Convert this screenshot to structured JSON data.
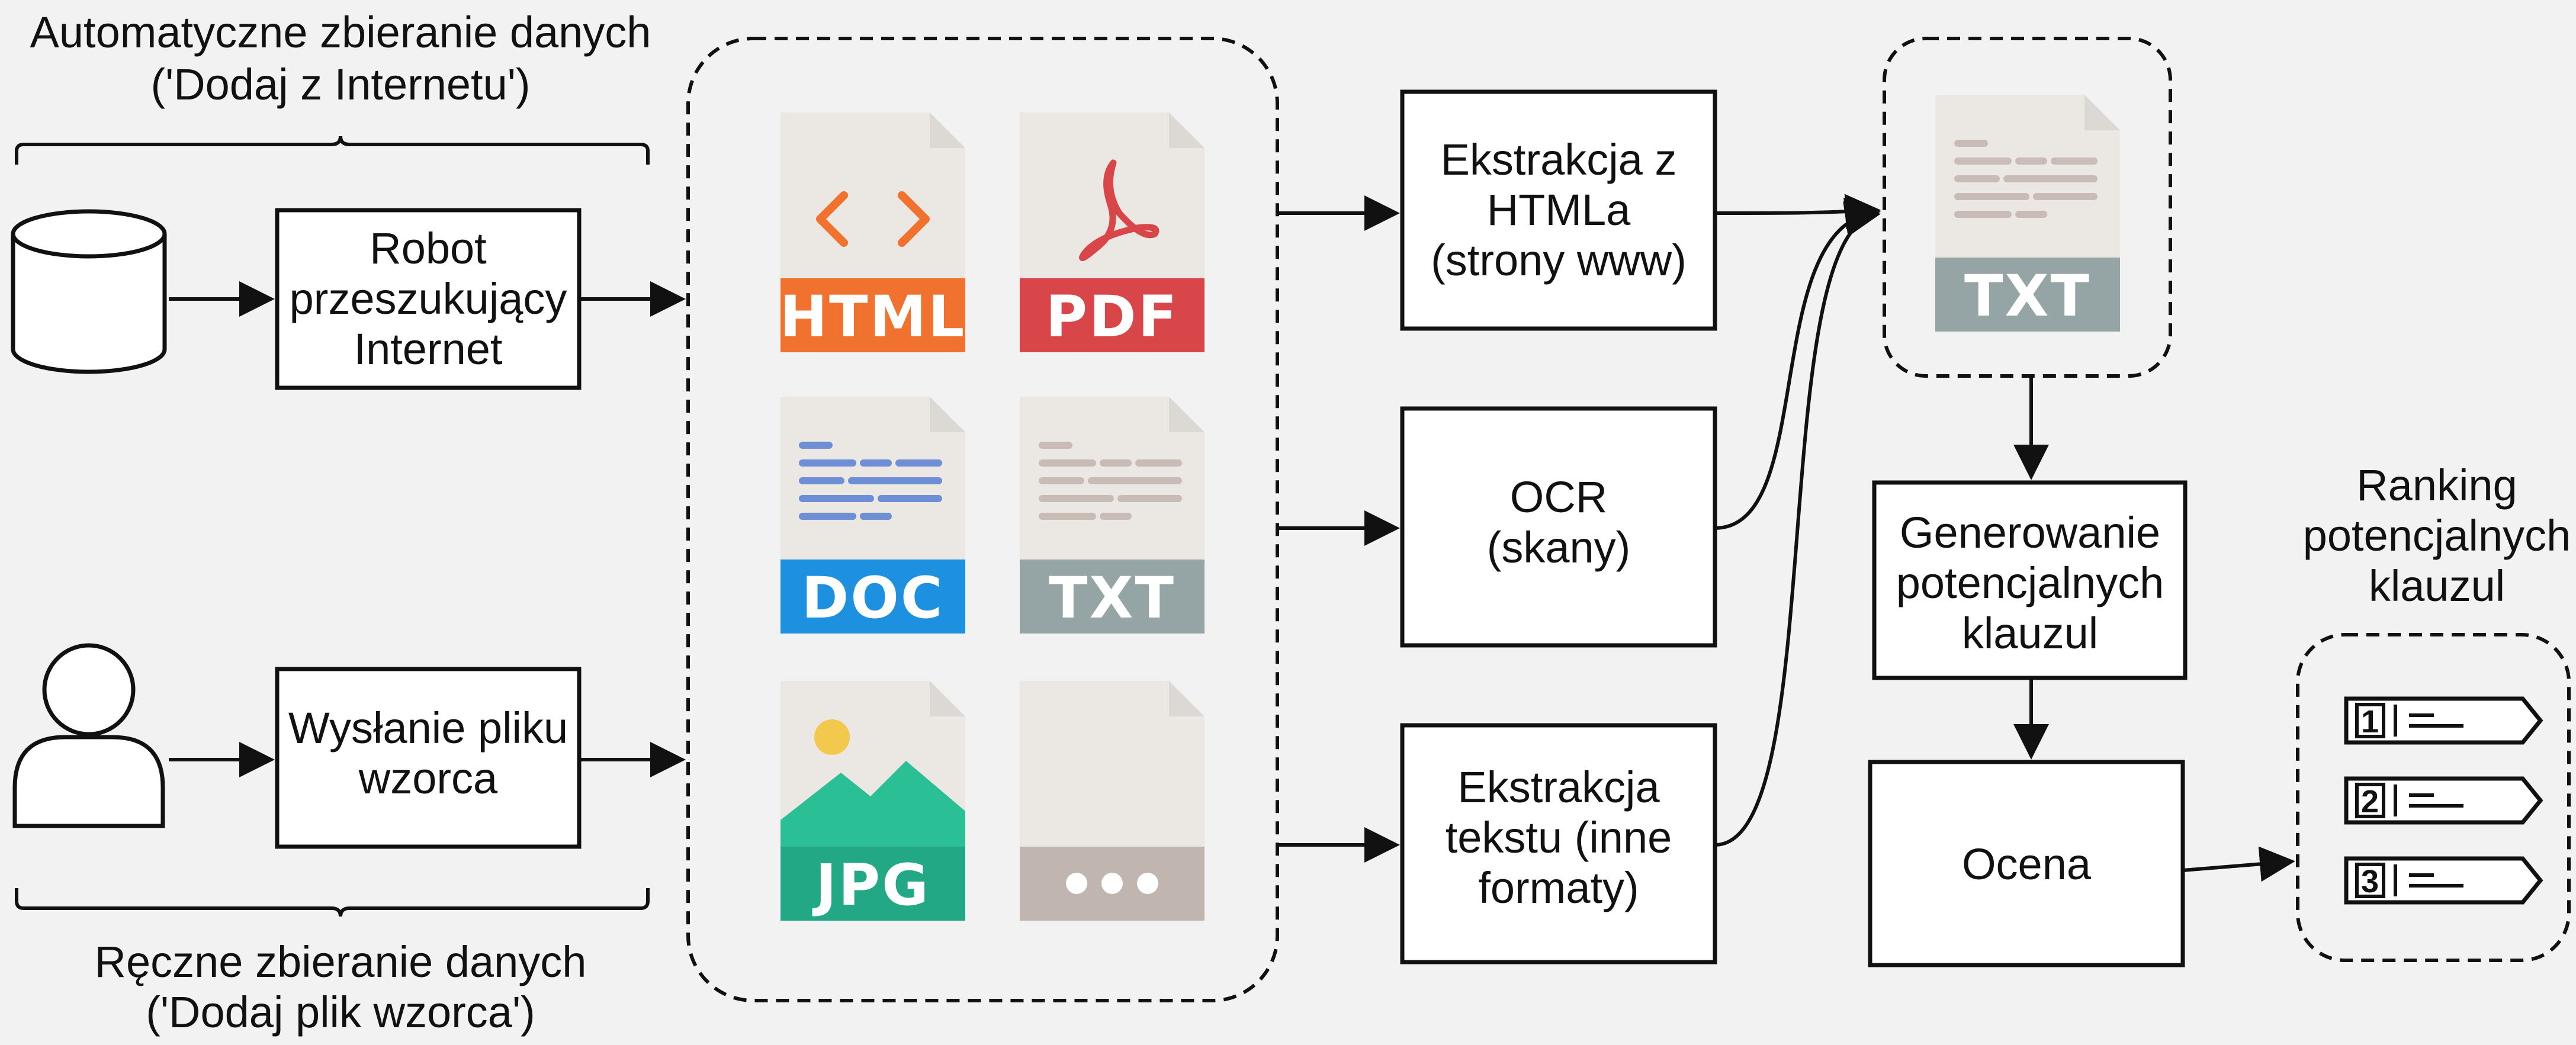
{
  "labels": {
    "auto_line1": "Automatyczne zbieranie danych",
    "auto_line2": "('Dodaj z Internetu')",
    "manual_line1": "Ręczne zbieranie danych",
    "manual_line2": "('Dodaj plik wzorca')",
    "ranking_line1": "Ranking",
    "ranking_line2": "potencjalnych",
    "ranking_line3": "klauzul"
  },
  "boxes": {
    "robot": [
      "Robot",
      "przeszukujący",
      "Internet"
    ],
    "upload": [
      "Wysłanie pliku",
      "wzorca"
    ],
    "extract_html": [
      "Ekstrakcja z",
      "HTMLa",
      "(strony www)"
    ],
    "ocr": [
      "OCR",
      "(skany)"
    ],
    "extract_text": [
      "Ekstrakcja",
      "tekstu (inne",
      "formaty)"
    ],
    "generate": [
      "Generowanie",
      "potencjalnych",
      "klauzul"
    ],
    "evaluate": [
      "Ocena"
    ]
  },
  "file_types": {
    "html": "HTML",
    "pdf": "PDF",
    "doc": "DOC",
    "txt": "TXT",
    "jpg": "JPG",
    "txt_output": "TXT"
  },
  "ranking_items": [
    "1",
    "2",
    "3"
  ],
  "colors": {
    "html": "#f0722e",
    "pdf": "#d9464a",
    "doc": "#1e90e0",
    "txt": "#95a5a6",
    "jpg": "#22a884",
    "other": "#c1b5b0",
    "page": "#ebe8e4",
    "fold": "#dcd8d3"
  },
  "icons": [
    "database-icon",
    "user-icon",
    "html-file-icon",
    "pdf-file-icon",
    "doc-file-icon",
    "txt-file-icon",
    "jpg-file-icon",
    "other-file-icon",
    "ranking-item-icon"
  ]
}
